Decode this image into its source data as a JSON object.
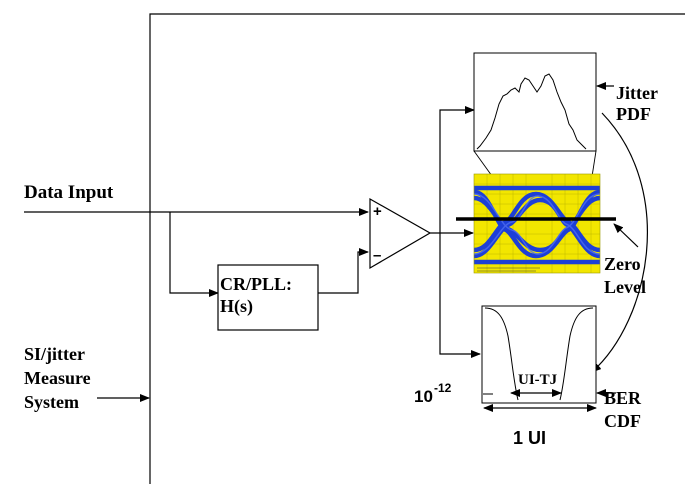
{
  "labels": {
    "data_input": "Data Input",
    "cr_pll_line1": "CR/PLL:",
    "cr_pll_line2": "H(s)",
    "system_line1": "SI/jitter",
    "system_line2": "Measure",
    "system_line3": "System",
    "jitter_line1": "Jitter",
    "jitter_line2": "PDF",
    "zero_line1": "Zero",
    "zero_line2": "Level",
    "ber_line1": "BER",
    "ber_line2": "CDF",
    "ber_base": "10",
    "ber_exp": "-12",
    "ui_tj": "UI-TJ",
    "one_ui": "1 UI",
    "plus": "+",
    "minus": "–"
  },
  "colors": {
    "line": "#000000",
    "eye_background": "#f2e600",
    "eye_traces": "#1d3fd6",
    "eye_threshold": "#000000"
  }
}
